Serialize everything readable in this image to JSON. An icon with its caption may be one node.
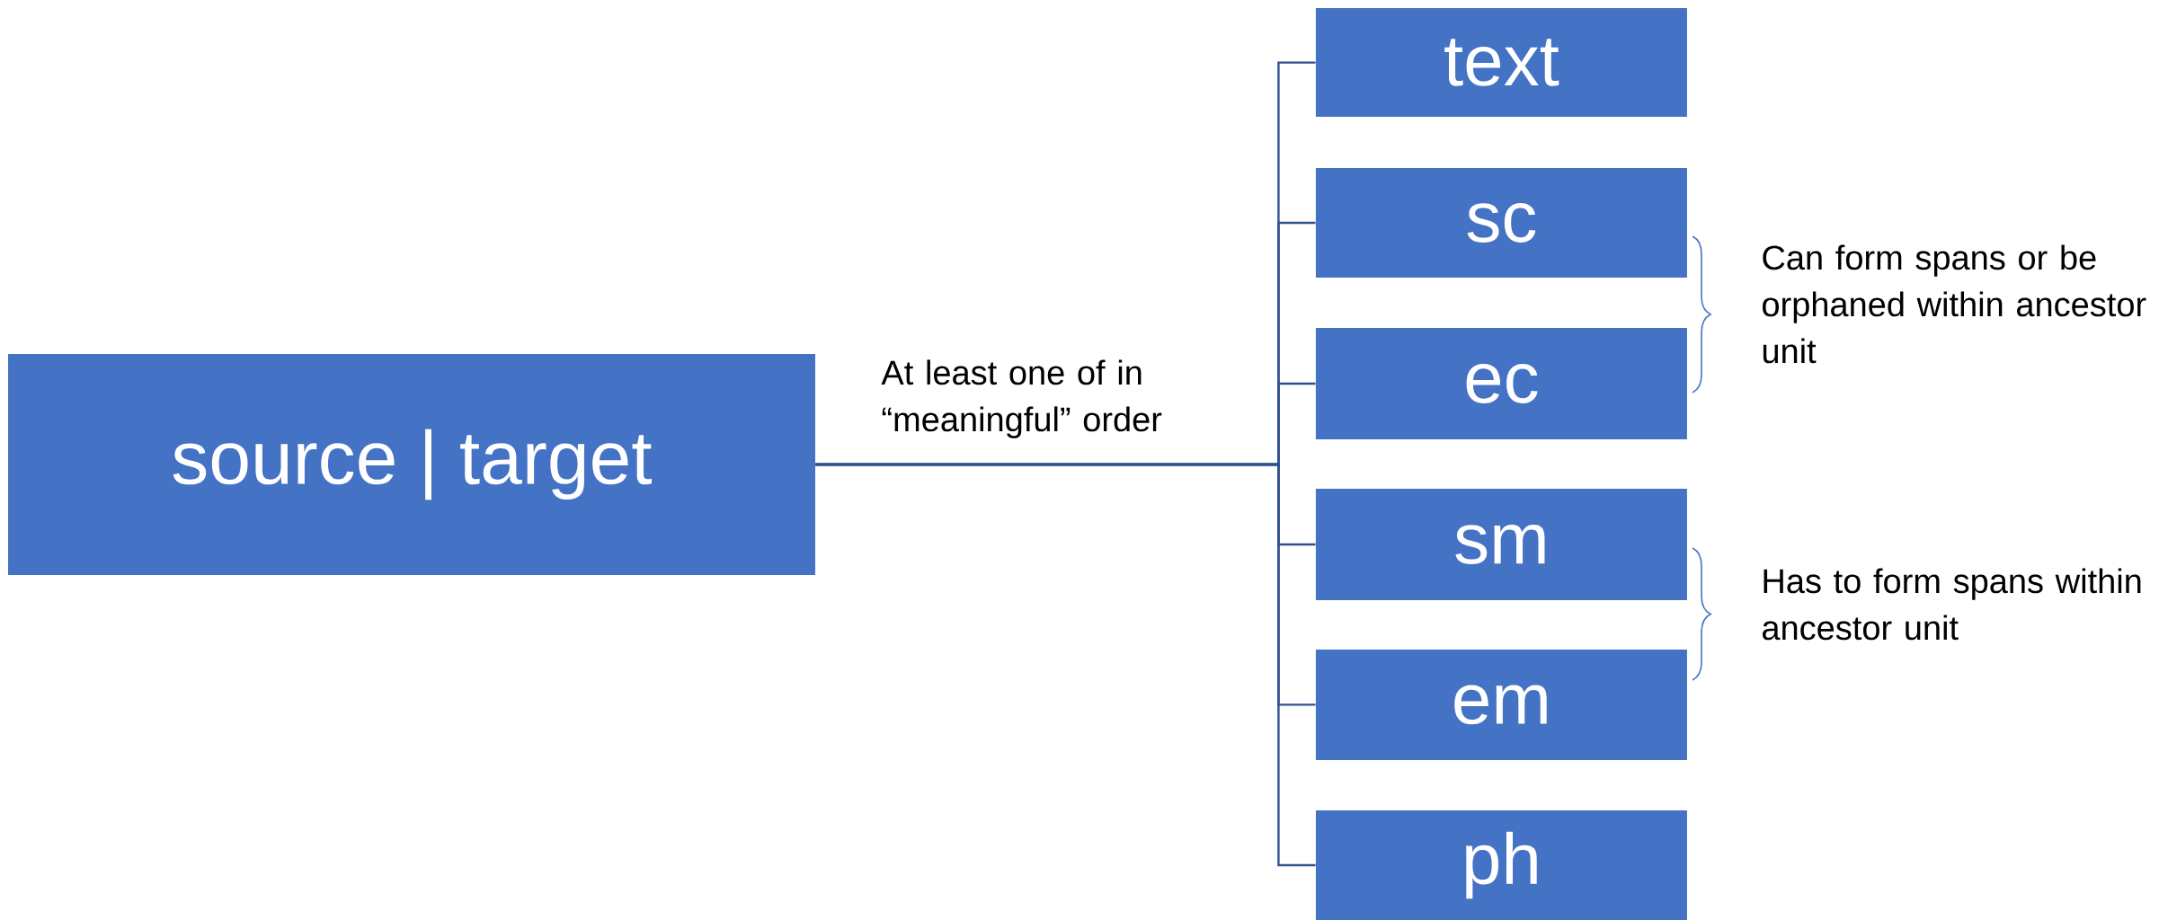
{
  "diagram": {
    "nodes": [
      {
        "text": [
          "source | target"
        ]
      },
      {
        "text": [
          "text"
        ]
      },
      {
        "text": [
          "sc"
        ]
      },
      {
        "text": [
          "ec"
        ]
      },
      {
        "text": [
          "sm"
        ]
      },
      {
        "text": [
          "em"
        ]
      },
      {
        "text": [
          "ph"
        ]
      }
    ],
    "edges": [
      {
        "from": 0,
        "to": 1,
        "arrow": "none"
      },
      {
        "from": 0,
        "to": 2,
        "arrow": "none"
      },
      {
        "from": 0,
        "to": 3,
        "arrow": "none"
      },
      {
        "from": 0,
        "to": 4,
        "arrow": "none"
      },
      {
        "from": 0,
        "to": 5,
        "arrow": "none"
      },
      {
        "from": 0,
        "to": 6,
        "arrow": "none"
      }
    ],
    "labels": [
      "At least one of in “meaningful” order",
      "Can form spans or be orphaned within ancestor unit",
      "Has to form spans within ancestor unit"
    ]
  }
}
